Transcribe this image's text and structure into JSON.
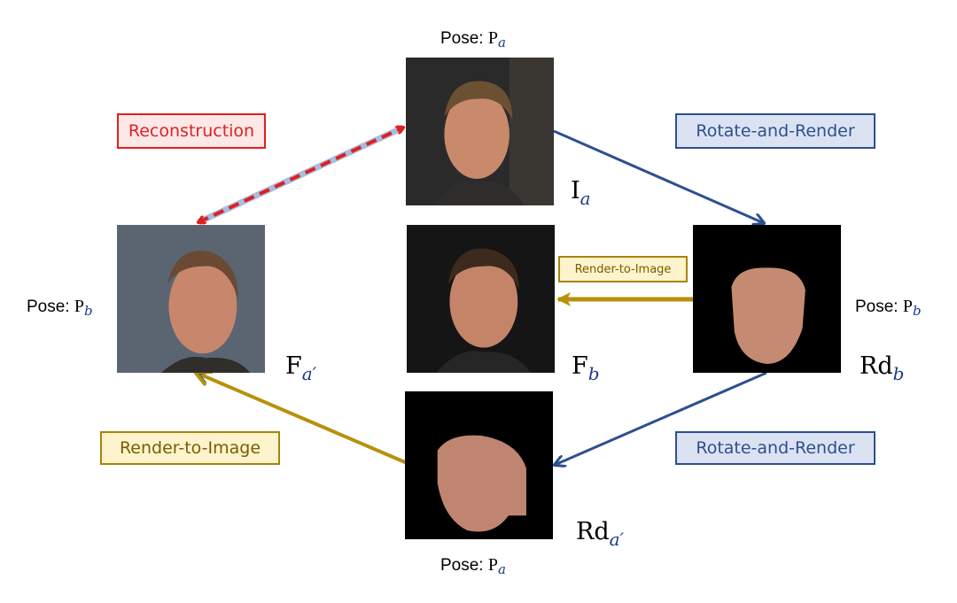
{
  "nodes": {
    "I_a": {
      "symbol": "I",
      "sub": "a",
      "pose_label": "Pose: ",
      "pose_symbol": "P",
      "pose_sub": "a"
    },
    "F_a_prime": {
      "symbol": "F",
      "sub": "a′",
      "pose_label": "Pose: ",
      "pose_symbol": "P",
      "pose_sub": "b"
    },
    "F_b": {
      "symbol": "F",
      "sub": "b"
    },
    "Rd_b": {
      "symbol": "Rd",
      "sub": "b",
      "pose_label": "Pose: ",
      "pose_symbol": "P",
      "pose_sub": "b"
    },
    "Rd_a_prime": {
      "symbol": "Rd",
      "sub": "a′",
      "pose_label": "Pose: ",
      "pose_symbol": "P",
      "pose_sub": "a"
    }
  },
  "edges": {
    "reconstruction": "Reconstruction",
    "rotate_render_top": "Rotate-and-Render",
    "render_to_image_mid": "Render-to-Image",
    "render_to_image_bottom": "Render-to-Image",
    "rotate_render_bottom": "Rotate-and-Render"
  },
  "colors": {
    "red": "#e0201f",
    "blue": "#2e4f8f",
    "gold": "#b8900a"
  }
}
